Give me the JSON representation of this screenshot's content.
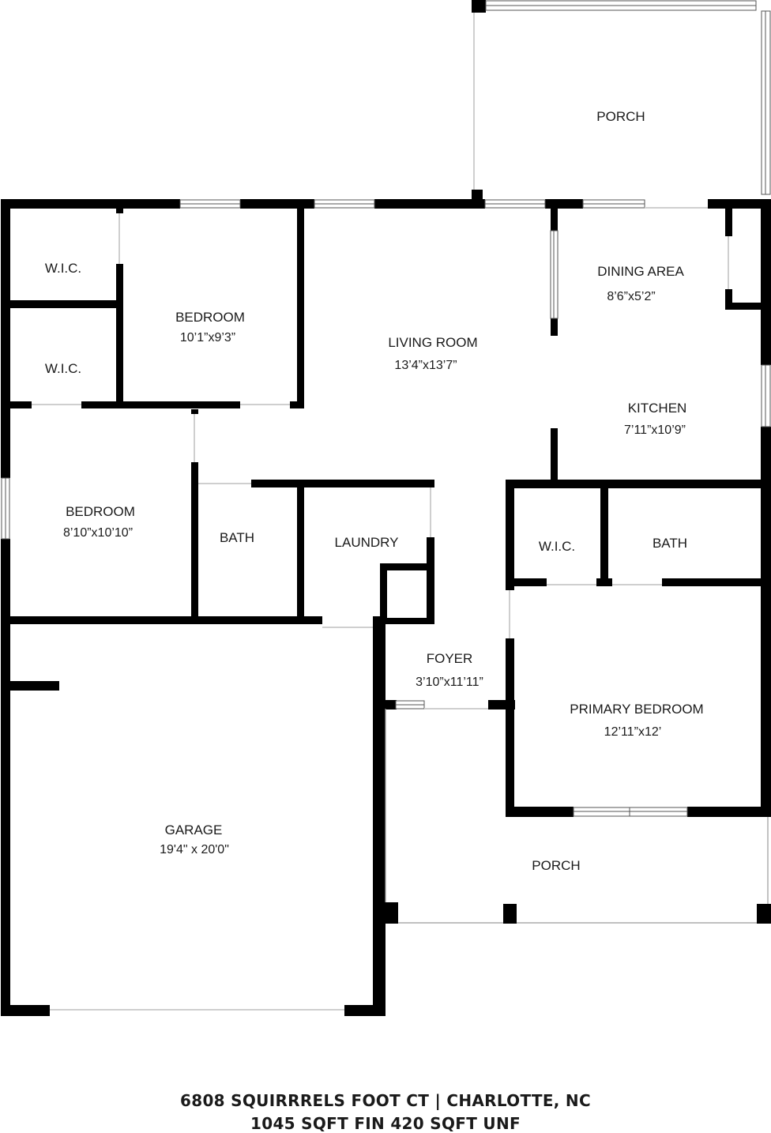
{
  "rooms": {
    "porch_top": {
      "name": "PORCH"
    },
    "wic_1": {
      "name": "W.I.C."
    },
    "wic_2": {
      "name": "W.I.C."
    },
    "bedroom_1": {
      "name": "BEDROOM",
      "size": "10’1”x9’3”"
    },
    "living_room": {
      "name": "LIVING ROOM",
      "size": "13’4”x13’7”"
    },
    "dining_area": {
      "name": "DINING AREA",
      "size": "8’6”x5’2”"
    },
    "kitchen": {
      "name": "KITCHEN",
      "size": "7’11”x10’9”"
    },
    "bedroom_2": {
      "name": "BEDROOM",
      "size": "8’10”x10’10”"
    },
    "bath_1": {
      "name": "BATH"
    },
    "laundry": {
      "name": "LAUNDRY"
    },
    "wic_3": {
      "name": "W.I.C."
    },
    "bath_2": {
      "name": "BATH"
    },
    "foyer": {
      "name": "FOYER",
      "size": "3’10”x11’11”"
    },
    "primary_bedroom": {
      "name": "PRIMARY BEDROOM",
      "size": "12’11”x12’"
    },
    "garage": {
      "name": "GARAGE",
      "size": "19'4\" x 20'0\""
    },
    "porch_bottom": {
      "name": "PORCH"
    }
  },
  "footer": {
    "address": "6808 SQUIRRRELS  FOOT CT | CHARLOTTE, NC",
    "area": "1045 SQFT FIN 420 SQFT UNF"
  }
}
